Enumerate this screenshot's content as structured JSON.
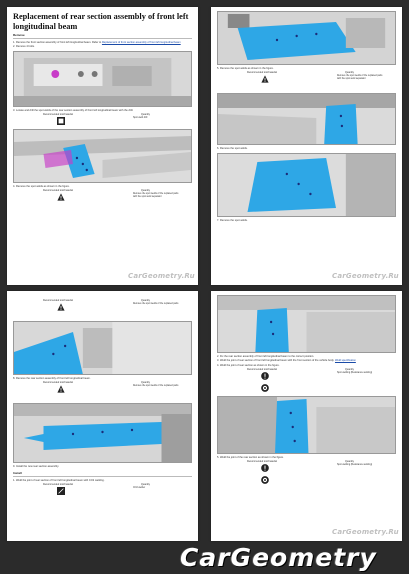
{
  "page1": {
    "title": "Replacement of rear section assembly of front left longitudinal beam",
    "section": "Remove",
    "steps": [
      {
        "n": "1.",
        "text": "Remove the front section assembly of front left longitudinal beam. Refer to ",
        "link": "Replacement of front section assembly of front left longitudinal beam"
      },
      {
        "n": "2.",
        "text": "Remove 4 bolts."
      },
      {
        "n": "3.",
        "text": "Locate and drill the spot welds of the rear section assembly of front left longitudinal beam with the drill."
      },
      {
        "n": "4.",
        "text": "Remove the spot welds as shown in the figure."
      }
    ],
    "tool1": {
      "label": "Recommended tool/material",
      "qty": "Quantity",
      "desc": "Spot weld drill"
    },
    "tool2": {
      "label": "Recommended tool/material",
      "qty": "Quantity",
      "desc": "Remove the spot welds of the replaced parts with the spot weld separator"
    },
    "watermark": "CarGeometry.Ru"
  },
  "page2": {
    "steps": [
      {
        "n": "5.",
        "text": "Remove the spot welds as shown in the figure."
      },
      {
        "n": "6.",
        "text": "Remove the spot welds."
      },
      {
        "n": "7.",
        "text": "Remove the spot welds."
      }
    ],
    "tool1": {
      "label": "Recommended tool/material",
      "qty": "Quantity",
      "desc": "Remove the spot welds of the replaced parts with the spot weld separator"
    },
    "watermark": "CarGeometry.Ru"
  },
  "page3": {
    "steps": [
      {
        "n": "8.",
        "text": "Remove the rear section assembly of front left longitudinal beam."
      },
      {
        "n": "9.",
        "text": "Install the new rear section assembly."
      }
    ],
    "install_label": "Install",
    "install_step": {
      "n": "1.",
      "text": "Weld the joint of rear section of front left longitudinal beam with CO2 welding."
    },
    "tool1": {
      "label": "Recommended tool/material",
      "qty": "Quantity",
      "desc": "Remove the spot welds of the replaced parts"
    },
    "tool2": {
      "label": "Recommended tool/material",
      "qty": "Quantity",
      "desc": "Remove the spot welds of the replaced parts"
    },
    "tool3": {
      "label": "Recommended tool/material",
      "qty": "Quantity",
      "desc": "CO2 welder"
    }
  },
  "page4": {
    "steps": [
      {
        "n": "2.",
        "text": "Fix the rear section assembly of front left longitudinal beam to the correct position."
      },
      {
        "n": "3.",
        "text": "Weld the joint of rear section of front left longitudinal beam with the front section of the vehicle body.",
        "link": "Weld specification"
      },
      {
        "n": "4.",
        "text": "Weld the joint of rear section as shown in the figure."
      },
      {
        "n": "5.",
        "text": "Weld the joint of the rear section as shown in the figure."
      }
    ],
    "tool1": {
      "label": "Recommended tool/material",
      "qty": "Quantity",
      "desc": "Spot welding (Resistance welding)"
    },
    "tool2": {
      "label": "Recommended tool/material",
      "qty": "Quantity",
      "desc": "Spot welding (Resistance welding)"
    },
    "watermark": "CarGeometry.Ru"
  },
  "brand": "CarGeometry",
  "colors": {
    "highlight": "#2ea7e6",
    "magenta": "#c83cc8",
    "background": "#2b2b2b"
  }
}
